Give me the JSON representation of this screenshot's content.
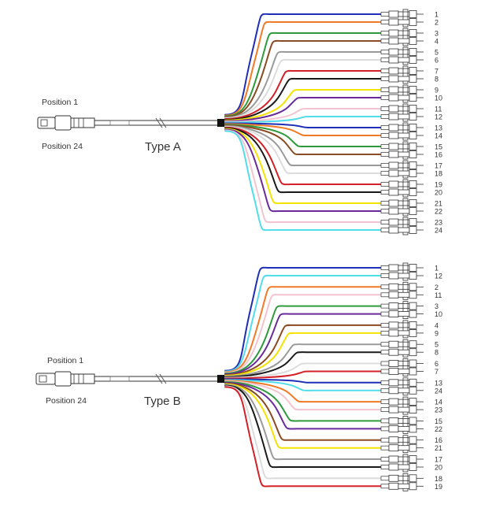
{
  "panels": [
    {
      "id": "a",
      "type_label": "Type A",
      "position_first": "Position 1",
      "position_last": "Position 24",
      "fibers": [
        {
          "label": "1",
          "color": "#1f2fb5"
        },
        {
          "label": "2",
          "color": "#f07a28"
        },
        {
          "label": "3",
          "color": "#2e9a3c"
        },
        {
          "label": "4",
          "color": "#8a4a22"
        },
        {
          "label": "5",
          "color": "#9a9a9a"
        },
        {
          "label": "6",
          "color": "#dcdcdc"
        },
        {
          "label": "7",
          "color": "#d42028"
        },
        {
          "label": "8",
          "color": "#1a1a1a"
        },
        {
          "label": "9",
          "color": "#f4e200"
        },
        {
          "label": "10",
          "color": "#6a2a9a"
        },
        {
          "label": "11",
          "color": "#f3c4cf"
        },
        {
          "label": "12",
          "color": "#52dde8"
        },
        {
          "label": "13",
          "color": "#1f2fb5"
        },
        {
          "label": "14",
          "color": "#f07a28"
        },
        {
          "label": "15",
          "color": "#2e9a3c"
        },
        {
          "label": "16",
          "color": "#8a4a22"
        },
        {
          "label": "17",
          "color": "#9a9a9a"
        },
        {
          "label": "18",
          "color": "#dcdcdc"
        },
        {
          "label": "19",
          "color": "#d42028"
        },
        {
          "label": "20",
          "color": "#1a1a1a"
        },
        {
          "label": "21",
          "color": "#f4e200"
        },
        {
          "label": "22",
          "color": "#6a2a9a"
        },
        {
          "label": "23",
          "color": "#f3c4cf"
        },
        {
          "label": "24",
          "color": "#52dde8"
        }
      ]
    },
    {
      "id": "b",
      "type_label": "Type B",
      "position_first": "Position 1",
      "position_last": "Position 24",
      "fibers": [
        {
          "label": "1",
          "color": "#1f2fb5"
        },
        {
          "label": "12",
          "color": "#52dde8"
        },
        {
          "label": "2",
          "color": "#f07a28"
        },
        {
          "label": "11",
          "color": "#f3c4cf"
        },
        {
          "label": "3",
          "color": "#2e9a3c"
        },
        {
          "label": "10",
          "color": "#6a2a9a"
        },
        {
          "label": "4",
          "color": "#8a4a22"
        },
        {
          "label": "9",
          "color": "#f4e200"
        },
        {
          "label": "5",
          "color": "#9a9a9a"
        },
        {
          "label": "8",
          "color": "#1a1a1a"
        },
        {
          "label": "6",
          "color": "#dcdcdc"
        },
        {
          "label": "7",
          "color": "#d42028"
        },
        {
          "label": "13",
          "color": "#1f2fb5"
        },
        {
          "label": "24",
          "color": "#52dde8"
        },
        {
          "label": "14",
          "color": "#f07a28"
        },
        {
          "label": "23",
          "color": "#f3c4cf"
        },
        {
          "label": "15",
          "color": "#2e9a3c"
        },
        {
          "label": "22",
          "color": "#6a2a9a"
        },
        {
          "label": "16",
          "color": "#8a4a22"
        },
        {
          "label": "21",
          "color": "#f4e200"
        },
        {
          "label": "17",
          "color": "#9a9a9a"
        },
        {
          "label": "20",
          "color": "#1a1a1a"
        },
        {
          "label": "18",
          "color": "#dcdcdc"
        },
        {
          "label": "19",
          "color": "#d42028"
        }
      ]
    }
  ]
}
